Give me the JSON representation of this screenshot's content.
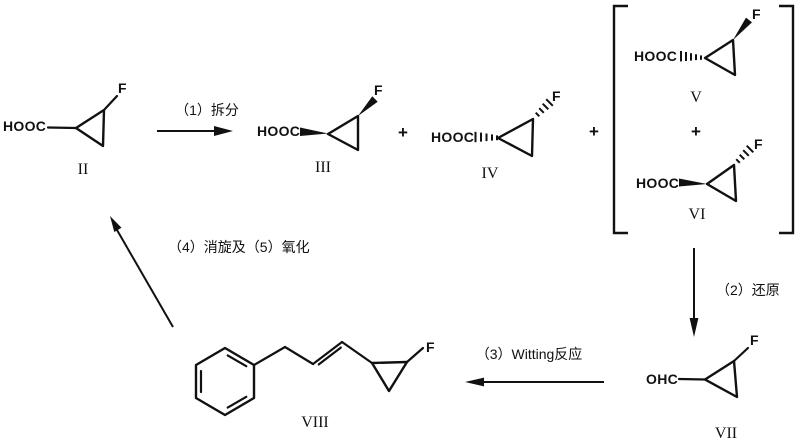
{
  "figure": {
    "type": "chemical-reaction-scheme",
    "background_color": "#ffffff",
    "ink_color": "#111111",
    "atoms": {
      "hooc": "HOOC",
      "ohc": "OHC",
      "f": "F"
    },
    "plus": "+",
    "compounds": {
      "ii": "II",
      "iii": "III",
      "iv": "IV",
      "v": "V",
      "vi": "VI",
      "vii": "VII",
      "viii": "VIII"
    },
    "steps": {
      "s1": "（1）拆分",
      "s2": "（2）还原",
      "s3": "（3）Witting反应",
      "s45": "（4）消旋及（5）氧化"
    }
  }
}
